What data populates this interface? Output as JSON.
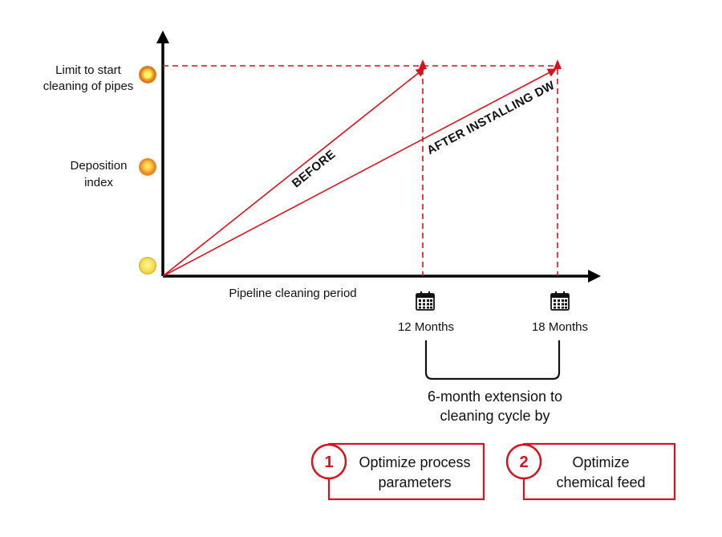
{
  "colors": {
    "accent_red": "#d8121c",
    "axis_black": "#000000",
    "dot_fill": "#f8e35a",
    "dot_orange": "#f39a2e"
  },
  "y_axis_labels": {
    "limit_line1": "Limit to start",
    "limit_line2": "cleaning of pipes",
    "deposition_line1": "Deposition",
    "deposition_line2": "index"
  },
  "x_axis_label": "Pipeline cleaning period",
  "lines": {
    "before_label": "BEFORE",
    "after_label": "AFTER INSTALLING DW"
  },
  "ticks": {
    "first": "12 Months",
    "second": "18 Months"
  },
  "icons": {
    "calendar": "calendar-icon",
    "level_dot": "circle-dot-icon"
  },
  "extension": {
    "line1": "6-month extension to",
    "line2": "cleaning cycle by"
  },
  "options": [
    {
      "number": "1",
      "line1": "Optimize process",
      "line2": "parameters"
    },
    {
      "number": "2",
      "line1": "Optimize",
      "line2": "chemical feed"
    }
  ]
}
